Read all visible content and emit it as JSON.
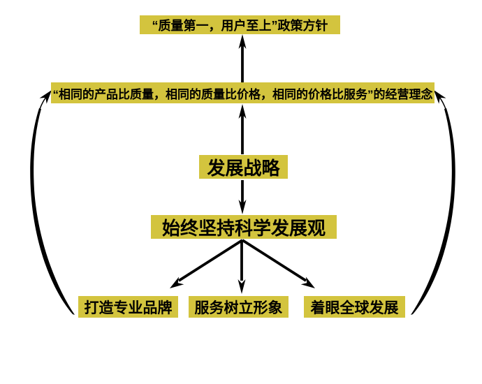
{
  "colors": {
    "highlight": "#d3c43e",
    "line": "#000000",
    "text": "#000000",
    "background": "#ffffff"
  },
  "nodes": {
    "policy": {
      "label": "“质量第一，用户至上”政策方针"
    },
    "philosophy": {
      "label": "“相同的产品比质量，相同的质量比价格，相同的价格比服务”的经营理念"
    },
    "strategy": {
      "label": "发展战略"
    },
    "concept": {
      "label": "始终坚持科学发展观"
    },
    "brand": {
      "label": "打造专业品牌"
    },
    "service": {
      "label": "服务树立形象"
    },
    "global": {
      "label": "着眼全球发展"
    }
  },
  "edges": [
    {
      "from": "philosophy",
      "to": "policy",
      "style": "straight-up-arrow"
    },
    {
      "from": "strategy",
      "to": "philosophy",
      "style": "straight-up-arrow"
    },
    {
      "from": "strategy",
      "to": "concept",
      "style": "straight-down-arrow"
    },
    {
      "from": "concept",
      "to": "brand",
      "style": "diagonal-down-arrow"
    },
    {
      "from": "concept",
      "to": "service",
      "style": "straight-down-arrow"
    },
    {
      "from": "concept",
      "to": "global",
      "style": "diagonal-down-arrow"
    },
    {
      "from": "brand",
      "to": "philosophy",
      "style": "curved-tapered-up-arrow-left"
    },
    {
      "from": "global",
      "to": "philosophy",
      "style": "curved-tapered-up-arrow-right"
    }
  ]
}
